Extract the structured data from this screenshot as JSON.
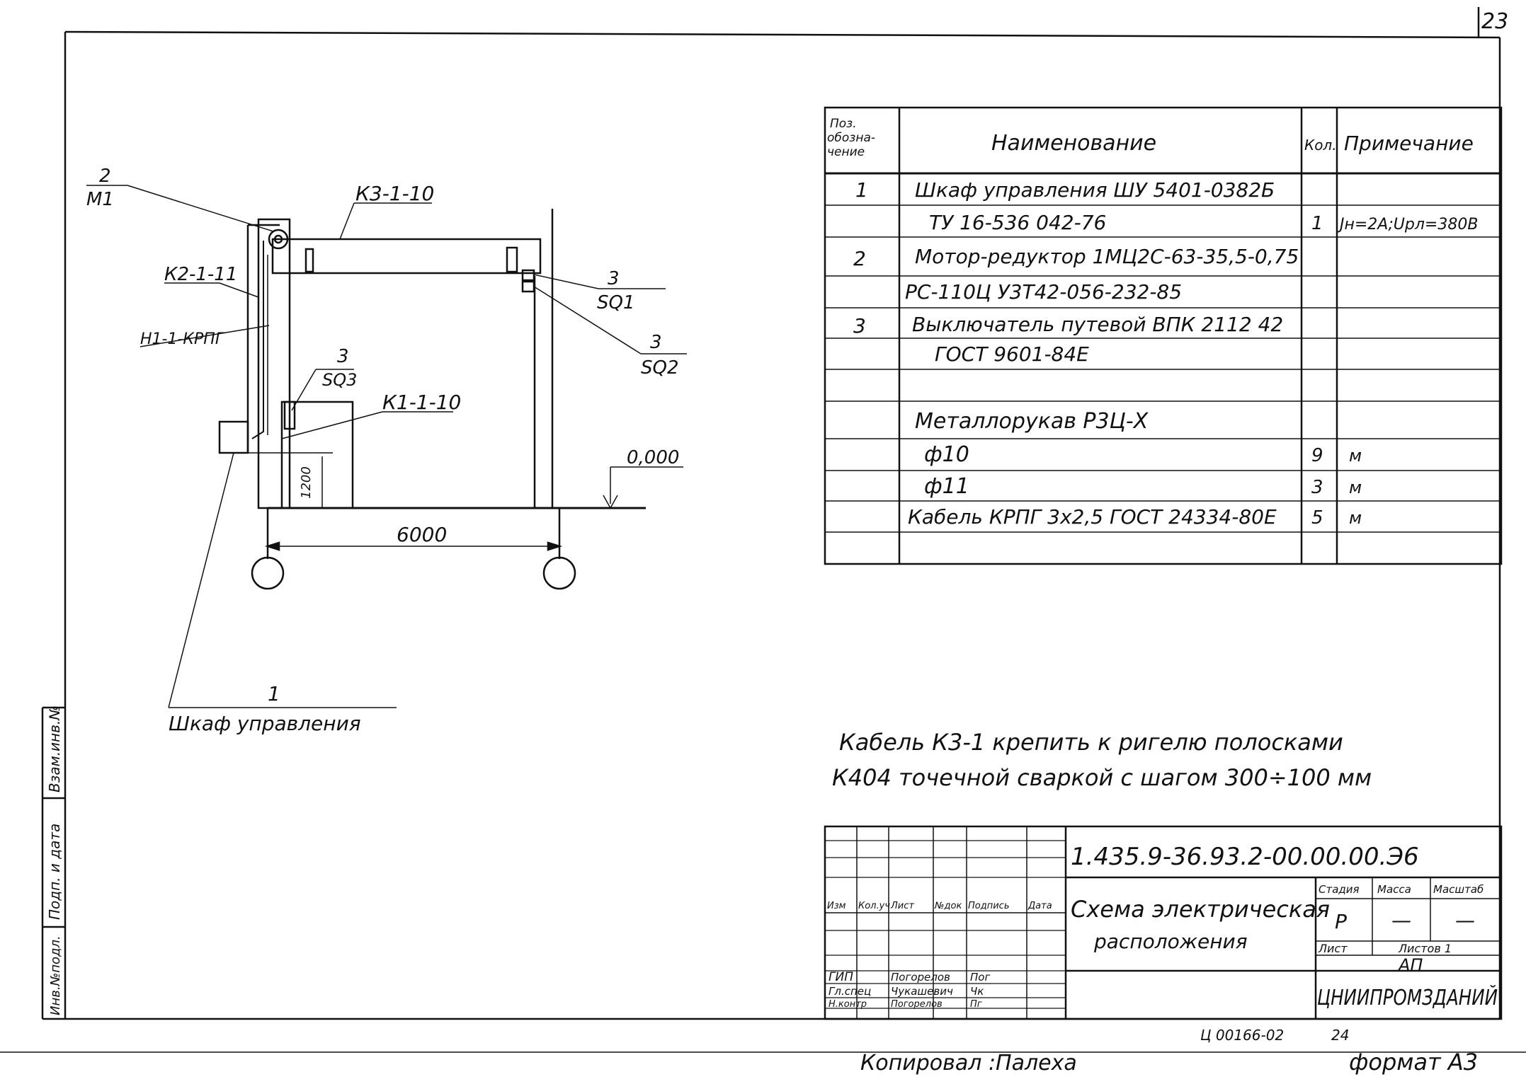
{
  "page_number": "23",
  "spec_table": {
    "header": {
      "pos": [
        "Поз.",
        "обозна-",
        "чение"
      ],
      "name": "Наименование",
      "qty": "Кол.",
      "note": "Примечание"
    },
    "rows": [
      {
        "pos": "1",
        "name": "Шкаф управления  ШУ 5401-0382Б",
        "qty": "",
        "note": ""
      },
      {
        "pos": "",
        "name": "ТУ 16-536 042-76",
        "qty": "1",
        "note": "Jн=2А;Uрл=380В"
      },
      {
        "pos": "2",
        "name": "Мотор-редуктор 1МЦ2С-63-35,5-0,75",
        "qty": "",
        "note": ""
      },
      {
        "pos": "",
        "name": "РС-110Ц У3Т42-056-232-85",
        "qty": "",
        "note": ""
      },
      {
        "pos": "3",
        "name": "Выключатель путевой  ВПК 2112 42",
        "qty": "",
        "note": ""
      },
      {
        "pos": "",
        "name": "ГОСТ 9601-84Е",
        "qty": "",
        "note": ""
      },
      {
        "pos": "",
        "name": "",
        "qty": "",
        "note": ""
      },
      {
        "pos": "",
        "name": "Металлорукав  Р3Ц-Х",
        "qty": "",
        "note": ""
      },
      {
        "pos": "",
        "name": "ф10",
        "qty": "9",
        "note": "м"
      },
      {
        "pos": "",
        "name": "ф11",
        "qty": "3",
        "note": "м"
      },
      {
        "pos": "",
        "name": "Кабель  КРПГ 3х2,5 ГОСТ 24334-80Е",
        "qty": "5",
        "note": "м"
      },
      {
        "pos": "",
        "name": "",
        "qty": "",
        "note": ""
      }
    ]
  },
  "drawing": {
    "labels": {
      "motor_num": "2",
      "motor_code": "М1",
      "cable_k3": "К3-1-10",
      "cable_k2": "К2-1-11",
      "cable_h1": "Н1-1-КРПГ",
      "sq3_num": "3",
      "sq3_code": "SQ3",
      "cable_k1": "К1-1-10",
      "sq1_num": "3",
      "sq1_code": "SQ1",
      "sq2_num": "3",
      "sq2_code": "SQ2",
      "level": "0,000",
      "dim_height": "1200",
      "dim_width": "6000",
      "cabinet_num": "1",
      "cabinet_label": "Шкаф управления"
    }
  },
  "note": {
    "line1": "Кабель  К3-1  крепить  к ригелю  полосками",
    "line2": "К404 точечной  сваркой  с шагом  300÷100 мм"
  },
  "title_block": {
    "designation": "1.435.9-36.93.2-00.00.00.Э6",
    "title_line1": "Схема электрическая",
    "title_line2": "расположения",
    "col_headers": [
      "Изм",
      "Кол.уч",
      "Лист",
      "№док",
      "Подпись",
      "Дата"
    ],
    "staff": [
      {
        "role": "ГИП",
        "name": "Погорелов",
        "sign": "Пог"
      },
      {
        "role": "Гл.спец",
        "name": "Чукашевич",
        "sign": "Чк"
      },
      {
        "role": "Н.контр",
        "name": "Погорелов",
        "sign": "Пг"
      }
    ],
    "stage_label": "Стадия",
    "mass_label": "Масса",
    "scale_label": "Масштаб",
    "stage": "Р",
    "mass": "—",
    "scale": "—",
    "sheet_label": "Лист",
    "sheets_label": "Листов 1",
    "org_line1": "АП",
    "org_line2": "ЦНИИПРОМЗДАНИЙ"
  },
  "side_stamp": {
    "cell1": "Взам.инв.№",
    "cell2": "Подп. и дата",
    "cell3": "Инв.№подл."
  },
  "footer": {
    "doc_code": "Ц 00166-02",
    "doc_page": "24",
    "copied": "Копировал :Палеха",
    "format": "формат А3"
  }
}
